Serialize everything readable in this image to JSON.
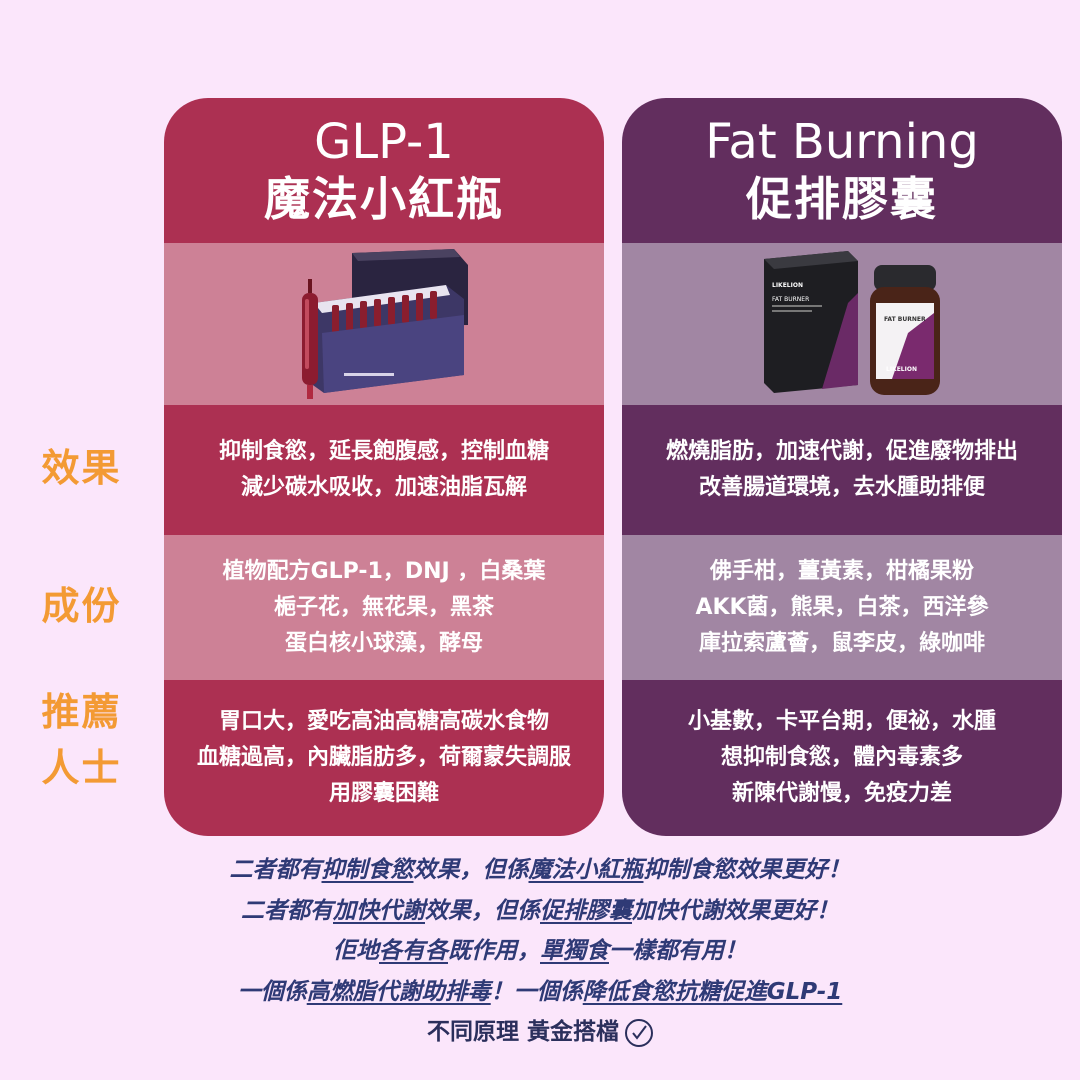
{
  "labels": {
    "effect": "效果",
    "ingredients": "成份",
    "recommended_line1": "推薦",
    "recommended_line2": "人士"
  },
  "colors": {
    "background": "#fbe6fb",
    "glp_card": "#ac3052",
    "glp_band": "#cd8196",
    "fat_card": "#622e5e",
    "fat_band": "#a186a3",
    "label_orange": "#f39a34",
    "footer_navy": "#2f3a76"
  },
  "glp": {
    "title_line1": "GLP-1",
    "title_line2": "魔法小紅瓶",
    "effect": [
      "抑制食慾，延長飽腹感，控制血糖",
      "減少碳水吸收，加速油脂瓦解"
    ],
    "ingredients": [
      "植物配方GLP-1，DNJ ，白桑葉",
      "梔子花，無花果，黑茶",
      "蛋白核小球藻，酵母"
    ],
    "recommended": [
      "胃口大，愛吃高油高糖高碳水食物",
      "血糖過高，內臟脂肪多，荷爾蒙失調服",
      "用膠囊困難"
    ]
  },
  "fat": {
    "title_line1": "Fat Burning",
    "title_line2": "促排膠囊",
    "box_brand": "LIKELION",
    "box_product": "FAT BURNER",
    "bottle_label": "FAT BURNER",
    "bottle_brand": "LIKELION",
    "effect": [
      "燃燒脂肪，加速代謝，促進廢物排出",
      "改善腸道環境，去水腫助排便"
    ],
    "ingredients": [
      "佛手柑，薑黃素，柑橘果粉",
      "AKK菌，熊果，白茶，西洋參",
      "庫拉索蘆薈，鼠李皮，綠咖啡"
    ],
    "recommended": [
      "小基數，卡平台期，便祕，水腫",
      "想抑制食慾，體內毒素多",
      "新陳代謝慢，免疫力差"
    ]
  },
  "footer": {
    "l1_a": "二者都有",
    "l1_u1": "抑制食慾",
    "l1_b": "效果，但係",
    "l1_u2": "魔法小紅瓶",
    "l1_c": "抑制食慾效果更好！",
    "l2_a": "二者都有",
    "l2_u1": "加快代謝",
    "l2_b": "效果，但係",
    "l2_u2": "促排膠囊",
    "l2_c": "加快代謝效果更好！",
    "l3_a": "佢地",
    "l3_u1": "各有各",
    "l3_b": "既作用，",
    "l3_u2": "單獨食",
    "l3_c": "一樣都有用！",
    "l4_a": "一個係",
    "l4_u1": "高燃脂代謝助排毒",
    "l4_b": "！一個係",
    "l4_u2": "降低食慾抗糖促進GLP-1",
    "l5": "不同原理 黃金搭檔"
  }
}
